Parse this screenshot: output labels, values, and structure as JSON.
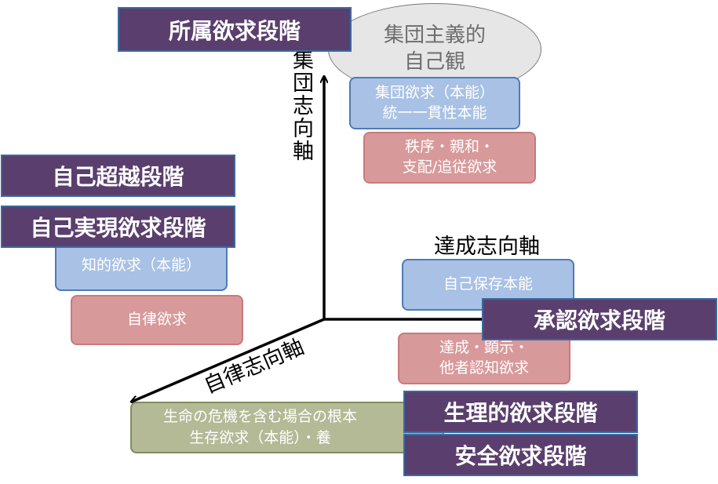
{
  "stages": {
    "belonging": "所属欲求段階",
    "transcendence": "自己超越段階",
    "self_actualization": "自己実現欲求段階",
    "esteem": "承認欲求段階",
    "physiological": "生理的欲求段階",
    "safety": "安全欲求段階"
  },
  "ellipse": "集団主義的\n自己観",
  "boxes": {
    "group_instinct": "集団欲求（本能）\n統一一貫性本能",
    "order_affiliation": "秩序・親和・\n支配/追従欲求",
    "knowledge": "知的欲求（本能）",
    "autonomy": "自律欲求",
    "self_preservation": "自己保存本能",
    "achievement": "達成・顕示・\n他者認知欲求",
    "survival": "生命の危機を含む場合の根本\n生存欲求（本能）・養"
  },
  "axes": {
    "group": "集団志向軸",
    "achievement": "達成志向軸",
    "autonomy": "自律志向軸"
  },
  "colors": {
    "stage_fill": "#5a3f6e",
    "blue_fill": "#a8c1e4",
    "red_fill": "#d8999a",
    "green_fill": "#b4b996",
    "ellipse_fill": "#e6e6e6"
  }
}
